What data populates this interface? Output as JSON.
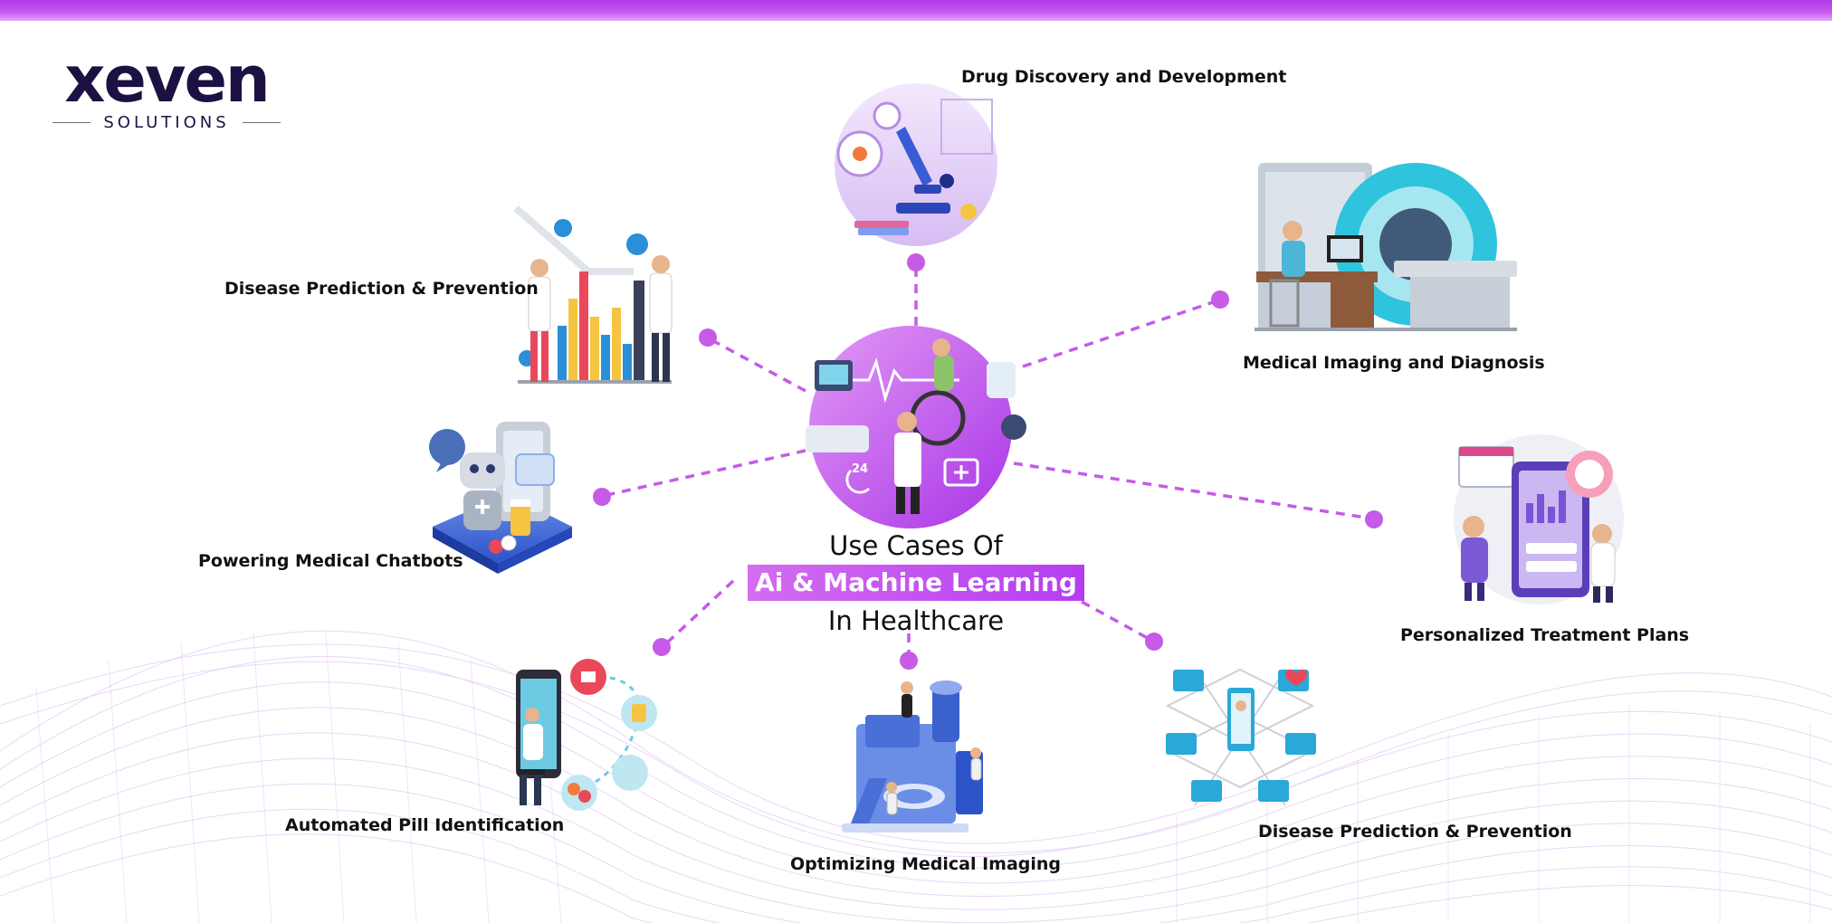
{
  "brand": {
    "name": "xeven",
    "subtitle": "SOLUTIONS"
  },
  "title": {
    "line1": "Use Cases Of",
    "line2": "Ai & Machine Learning",
    "line3": "In Healthcare"
  },
  "use_cases": [
    {
      "id": "drug-discovery",
      "label": "Drug Discovery and Development",
      "icon": "microscope-icon"
    },
    {
      "id": "medical-imaging-diagnosis",
      "label": "Medical Imaging and Diagnosis",
      "icon": "mri-scanner-icon"
    },
    {
      "id": "personalized-treatment",
      "label": "Personalized Treatment Plans",
      "icon": "tablet-schedule-icon"
    },
    {
      "id": "disease-prediction-bottom",
      "label": "Disease Prediction & Prevention",
      "icon": "telemedicine-network-icon"
    },
    {
      "id": "optimizing-imaging",
      "label": "Optimizing Medical Imaging",
      "icon": "lab-machine-icon"
    },
    {
      "id": "pill-identification",
      "label": "Automated Pill Identification",
      "icon": "pill-phone-icon"
    },
    {
      "id": "medical-chatbots",
      "label": "Powering Medical Chatbots",
      "icon": "chatbot-robot-icon"
    },
    {
      "id": "disease-prediction-top",
      "label": "Disease Prediction & Prevention",
      "icon": "data-chart-doctors-icon"
    }
  ],
  "colors": {
    "accent": "#c24df0",
    "accent_dark": "#9b2fe0",
    "dot": "#c55be6",
    "text": "#111111",
    "brand_dark": "#1c1142"
  }
}
